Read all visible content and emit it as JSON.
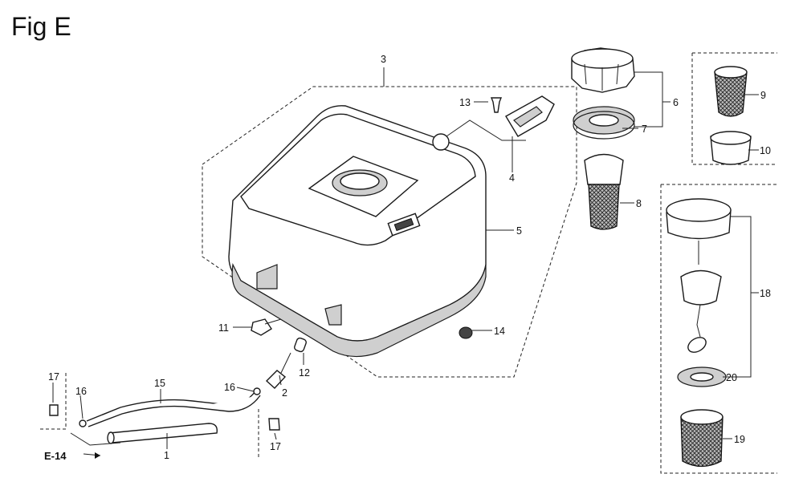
{
  "figure": {
    "title": "Fig E",
    "reference": "E-14"
  },
  "callouts": {
    "c1": "1",
    "c2": "2",
    "c3": "3",
    "c4": "4",
    "c5": "5",
    "c6": "6",
    "c7": "7",
    "c8": "8",
    "c9": "9",
    "c10": "10",
    "c11": "11",
    "c12": "12",
    "c13": "13",
    "c14": "14",
    "c15": "15",
    "c16a": "16",
    "c16b": "16",
    "c17a": "17",
    "c17b": "17",
    "c18": "18",
    "c19": "19",
    "c20": "20"
  }
}
